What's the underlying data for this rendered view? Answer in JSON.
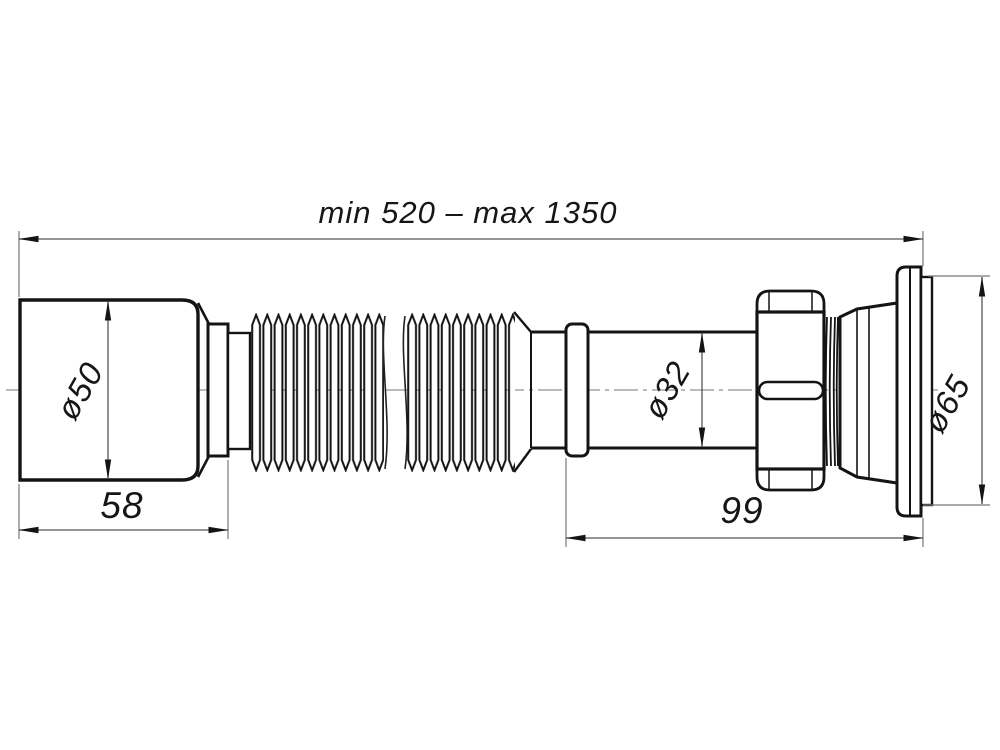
{
  "drawing": {
    "type": "technical-dimension-drawing",
    "part": "flexible corrugated waste pipe connector",
    "background": "#ffffff",
    "outline_color": "#141414",
    "dimension_color": "#555555",
    "labels": {
      "length_range": "min 520 – max 1350",
      "inlet_diameter": "ø50",
      "inlet_length": "58",
      "pipe_diameter": "ø32",
      "outlet_length": "99",
      "outlet_diameter": "ø65"
    },
    "values_mm": {
      "min_length": 520,
      "max_length": 1350,
      "inlet_diameter": 50,
      "inlet_length": 58,
      "pipe_diameter": 32,
      "outlet_length": 99,
      "outlet_diameter": 65
    }
  }
}
